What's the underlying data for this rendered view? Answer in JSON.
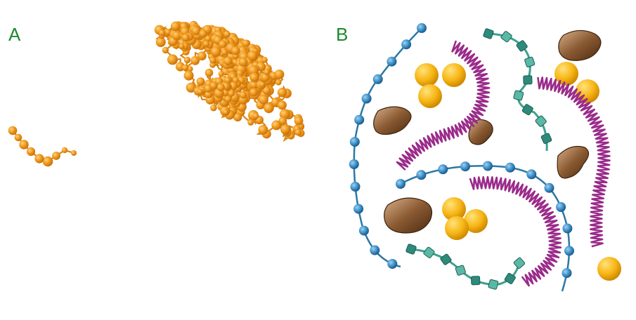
{
  "panels": [
    {
      "label": "A"
    },
    {
      "label": "B"
    }
  ],
  "colors": {
    "label": "#1a8a2e",
    "bead_orange": "#f0991e",
    "bead_orange_dark": "#c9730c",
    "chain_blue": "#2a78a8",
    "bead_blue": "#3b8fc7",
    "chain_green": "#3fa08f",
    "spring_purple": "#9a2b8a",
    "sphere_gold": "#f7b616",
    "blob_brown": "#8a5a32"
  },
  "icons": [
    "orange-bead-aggregate",
    "blue-bead-chain",
    "green-cube-chain",
    "purple-spring",
    "gold-sphere",
    "brown-blob"
  ]
}
